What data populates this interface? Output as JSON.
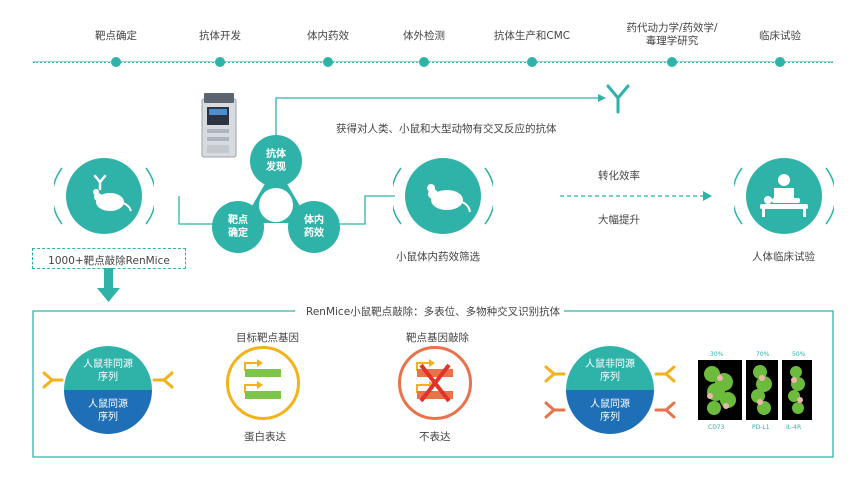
{
  "colors": {
    "teal": "#2fb3a8",
    "blue": "#1e6fb6",
    "yellow": "#f2b21a",
    "orange": "#e8734a",
    "green": "#7cc44a"
  },
  "timeline": {
    "stages": [
      "靶点确定",
      "抗体开发",
      "体内药效",
      "体外检测",
      "抗体生产和CMC",
      "药代动力学/药效学/\n毒理学研究",
      "临床试验"
    ]
  },
  "flow": {
    "top_note": "获得对人类、小鼠和大型动物有交叉反应的抗体",
    "lobes": {
      "discovery": "抗体\n发现",
      "target": "靶点\n确定",
      "efficacy": "体内\n药效"
    },
    "renmice_box": "1000+靶点敲除RenMice",
    "mouse_screen": "小鼠体内药效筛选",
    "conversion_top": "转化效率",
    "conversion_bottom": "大幅提升",
    "clinical": "人体临床试验"
  },
  "bottom": {
    "title": "RenMice小鼠靶点敲除：多表位、多物种交叉识别抗体",
    "sphere_left": {
      "top": "人鼠非同源\n序列",
      "bottom": "人鼠同源\n序列"
    },
    "gene_target": {
      "title": "目标靶点基因",
      "caption": "蛋白表达"
    },
    "gene_ko": {
      "title": "靶点基因敲除",
      "caption": "不表达"
    },
    "sphere_right": {
      "top": "人鼠非同源\n序列",
      "bottom": "人鼠同源\n序列"
    },
    "structures": [
      {
        "pct": "30%",
        "name": "CD73"
      },
      {
        "pct": "70%",
        "name": "PD-L1"
      },
      {
        "pct": "50%",
        "name": "IL-4R"
      }
    ]
  }
}
